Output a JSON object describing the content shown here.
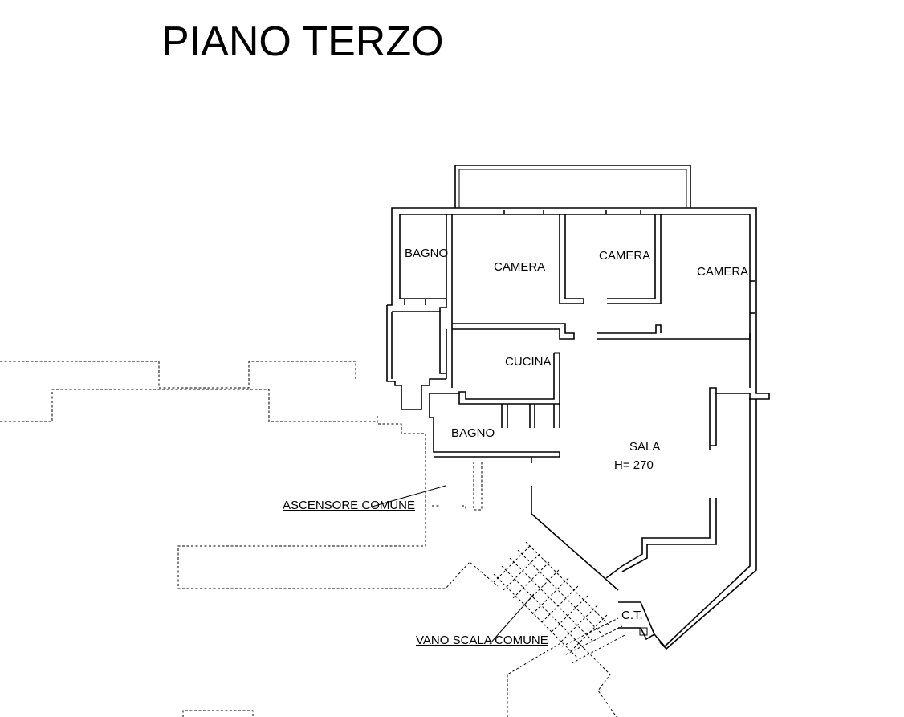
{
  "title": "PIANO TERZO",
  "rooms": {
    "bagno_top": "BAGNO",
    "camera_1": "CAMERA",
    "camera_2": "CAMERA",
    "camera_3": "CAMERA",
    "cucina": "CUCINA",
    "bagno_bottom": "BAGNO",
    "sala": "SALA",
    "sala_height": "H= 270",
    "ct": "C.T."
  },
  "annotations": {
    "ascensore": "ASCENSORE COMUNE",
    "vano_scala": "VANO SCALA COMUNE"
  }
}
